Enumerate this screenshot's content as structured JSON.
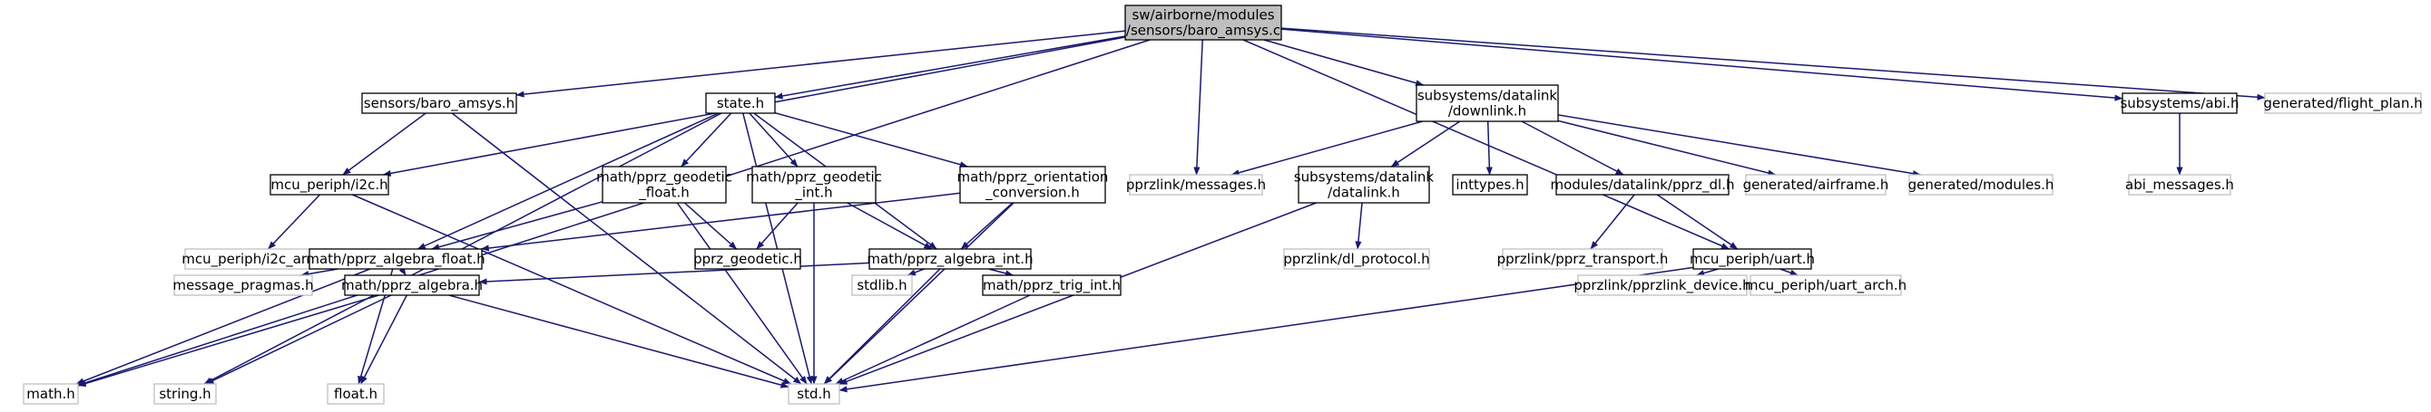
{
  "diagram": {
    "type": "include-dependency-graph",
    "colors": {
      "edge": "#191970",
      "root_fill": "#bfbfbf",
      "node_fill": "#ffffff",
      "defined_border": "#000000",
      "undefined_border": "#bfbfbf",
      "text": "#000000"
    },
    "nodes": [
      {
        "id": "root",
        "lines": [
          "sw/airborne/modules",
          "/sensors/baro_amsys.c"
        ],
        "kind": "root"
      },
      {
        "id": "sensors_baro_amsys_h",
        "lines": [
          "sensors/baro_amsys.h"
        ],
        "kind": "defined"
      },
      {
        "id": "state_h",
        "lines": [
          "state.h"
        ],
        "kind": "defined"
      },
      {
        "id": "downlink_h",
        "lines": [
          "subsystems/datalink",
          "/downlink.h"
        ],
        "kind": "defined"
      },
      {
        "id": "abi_h",
        "lines": [
          "subsystems/abi.h"
        ],
        "kind": "defined"
      },
      {
        "id": "flight_plan_h",
        "lines": [
          "generated/flight_plan.h"
        ],
        "kind": "undefined"
      },
      {
        "id": "i2c_h",
        "lines": [
          "mcu_periph/i2c.h"
        ],
        "kind": "defined"
      },
      {
        "id": "pprz_geodetic_float_h",
        "lines": [
          "math/pprz_geodetic",
          "_float.h"
        ],
        "kind": "defined"
      },
      {
        "id": "pprz_geodetic_int_h",
        "lines": [
          "math/pprz_geodetic",
          "_int.h"
        ],
        "kind": "defined"
      },
      {
        "id": "orientation_conversion_h",
        "lines": [
          "math/pprz_orientation",
          "_conversion.h"
        ],
        "kind": "defined"
      },
      {
        "id": "messages_h",
        "lines": [
          "pprzlink/messages.h"
        ],
        "kind": "undefined"
      },
      {
        "id": "datalink_h",
        "lines": [
          "subsystems/datalink",
          "/datalink.h"
        ],
        "kind": "defined"
      },
      {
        "id": "inttypes_h",
        "lines": [
          "inttypes.h"
        ],
        "kind": "defined"
      },
      {
        "id": "pprz_dl_h",
        "lines": [
          "modules/datalink/pprz_dl.h"
        ],
        "kind": "defined"
      },
      {
        "id": "airframe_h",
        "lines": [
          "generated/airframe.h"
        ],
        "kind": "undefined"
      },
      {
        "id": "modules_h",
        "lines": [
          "generated/modules.h"
        ],
        "kind": "undefined"
      },
      {
        "id": "abi_messages_h",
        "lines": [
          "abi_messages.h"
        ],
        "kind": "undefined"
      },
      {
        "id": "i2c_arch_h",
        "lines": [
          "mcu_periph/i2c_arch.h"
        ],
        "kind": "undefined"
      },
      {
        "id": "algebra_float_h",
        "lines": [
          "math/pprz_algebra_float.h"
        ],
        "kind": "defined"
      },
      {
        "id": "pprz_geodetic_h",
        "lines": [
          "pprz_geodetic.h"
        ],
        "kind": "defined"
      },
      {
        "id": "algebra_int_h",
        "lines": [
          "math/pprz_algebra_int.h"
        ],
        "kind": "defined"
      },
      {
        "id": "dl_protocol_h",
        "lines": [
          "pprzlink/dl_protocol.h"
        ],
        "kind": "undefined"
      },
      {
        "id": "pprz_transport_h",
        "lines": [
          "pprzlink/pprz_transport.h"
        ],
        "kind": "undefined"
      },
      {
        "id": "uart_h",
        "lines": [
          "mcu_periph/uart.h"
        ],
        "kind": "defined"
      },
      {
        "id": "message_pragmas_h",
        "lines": [
          "message_pragmas.h"
        ],
        "kind": "undefined"
      },
      {
        "id": "algebra_h",
        "lines": [
          "math/pprz_algebra.h"
        ],
        "kind": "defined"
      },
      {
        "id": "stdlib_h",
        "lines": [
          "stdlib.h"
        ],
        "kind": "undefined"
      },
      {
        "id": "trig_int_h",
        "lines": [
          "math/pprz_trig_int.h"
        ],
        "kind": "defined"
      },
      {
        "id": "pprzlink_device_h",
        "lines": [
          "pprzlink/pprzlink_device.h"
        ],
        "kind": "undefined"
      },
      {
        "id": "uart_arch_h",
        "lines": [
          "mcu_periph/uart_arch.h"
        ],
        "kind": "undefined"
      },
      {
        "id": "math_h",
        "lines": [
          "math.h"
        ],
        "kind": "undefined"
      },
      {
        "id": "string_h",
        "lines": [
          "string.h"
        ],
        "kind": "undefined"
      },
      {
        "id": "float_h",
        "lines": [
          "float.h"
        ],
        "kind": "undefined"
      },
      {
        "id": "std_h",
        "lines": [
          "std.h"
        ],
        "kind": "undefined"
      }
    ],
    "edges": [
      [
        "root",
        "sensors_baro_amsys_h"
      ],
      [
        "root",
        "state_h"
      ],
      [
        "root",
        "downlink_h"
      ],
      [
        "root",
        "abi_h"
      ],
      [
        "root",
        "flight_plan_h"
      ],
      [
        "root",
        "i2c_h"
      ],
      [
        "root",
        "messages_h"
      ],
      [
        "root",
        "uart_h"
      ],
      [
        "root",
        "math_h"
      ],
      [
        "sensors_baro_amsys_h",
        "i2c_h"
      ],
      [
        "sensors_baro_amsys_h",
        "std_h"
      ],
      [
        "state_h",
        "pprz_geodetic_float_h"
      ],
      [
        "state_h",
        "pprz_geodetic_int_h"
      ],
      [
        "state_h",
        "orientation_conversion_h"
      ],
      [
        "state_h",
        "algebra_float_h"
      ],
      [
        "state_h",
        "algebra_int_h"
      ],
      [
        "state_h",
        "std_h"
      ],
      [
        "state_h",
        "string_h"
      ],
      [
        "i2c_h",
        "i2c_arch_h"
      ],
      [
        "i2c_h",
        "std_h"
      ],
      [
        "pprz_geodetic_float_h",
        "algebra_float_h"
      ],
      [
        "pprz_geodetic_float_h",
        "pprz_geodetic_h"
      ],
      [
        "pprz_geodetic_float_h",
        "std_h"
      ],
      [
        "pprz_geodetic_int_h",
        "pprz_geodetic_h"
      ],
      [
        "pprz_geodetic_int_h",
        "algebra_int_h"
      ],
      [
        "pprz_geodetic_int_h",
        "std_h"
      ],
      [
        "orientation_conversion_h",
        "algebra_float_h"
      ],
      [
        "orientation_conversion_h",
        "algebra_int_h"
      ],
      [
        "orientation_conversion_h",
        "std_h"
      ],
      [
        "algebra_float_h",
        "message_pragmas_h"
      ],
      [
        "algebra_float_h",
        "algebra_h"
      ],
      [
        "algebra_float_h",
        "math_h"
      ],
      [
        "algebra_float_h",
        "float_h"
      ],
      [
        "algebra_int_h",
        "algebra_h"
      ],
      [
        "algebra_int_h",
        "stdlib_h"
      ],
      [
        "algebra_int_h",
        "trig_int_h"
      ],
      [
        "algebra_int_h",
        "std_h"
      ],
      [
        "algebra_h",
        "math_h"
      ],
      [
        "algebra_h",
        "string_h"
      ],
      [
        "algebra_h",
        "float_h"
      ],
      [
        "algebra_h",
        "std_h"
      ],
      [
        "trig_int_h",
        "std_h"
      ],
      [
        "downlink_h",
        "messages_h"
      ],
      [
        "downlink_h",
        "datalink_h"
      ],
      [
        "downlink_h",
        "inttypes_h"
      ],
      [
        "downlink_h",
        "pprz_dl_h"
      ],
      [
        "downlink_h",
        "airframe_h"
      ],
      [
        "downlink_h",
        "modules_h"
      ],
      [
        "datalink_h",
        "dl_protocol_h"
      ],
      [
        "datalink_h",
        "std_h"
      ],
      [
        "pprz_dl_h",
        "pprz_transport_h"
      ],
      [
        "pprz_dl_h",
        "uart_h"
      ],
      [
        "uart_h",
        "pprzlink_device_h"
      ],
      [
        "uart_h",
        "uart_arch_h"
      ],
      [
        "uart_h",
        "std_h"
      ],
      [
        "abi_h",
        "abi_messages_h"
      ]
    ]
  }
}
